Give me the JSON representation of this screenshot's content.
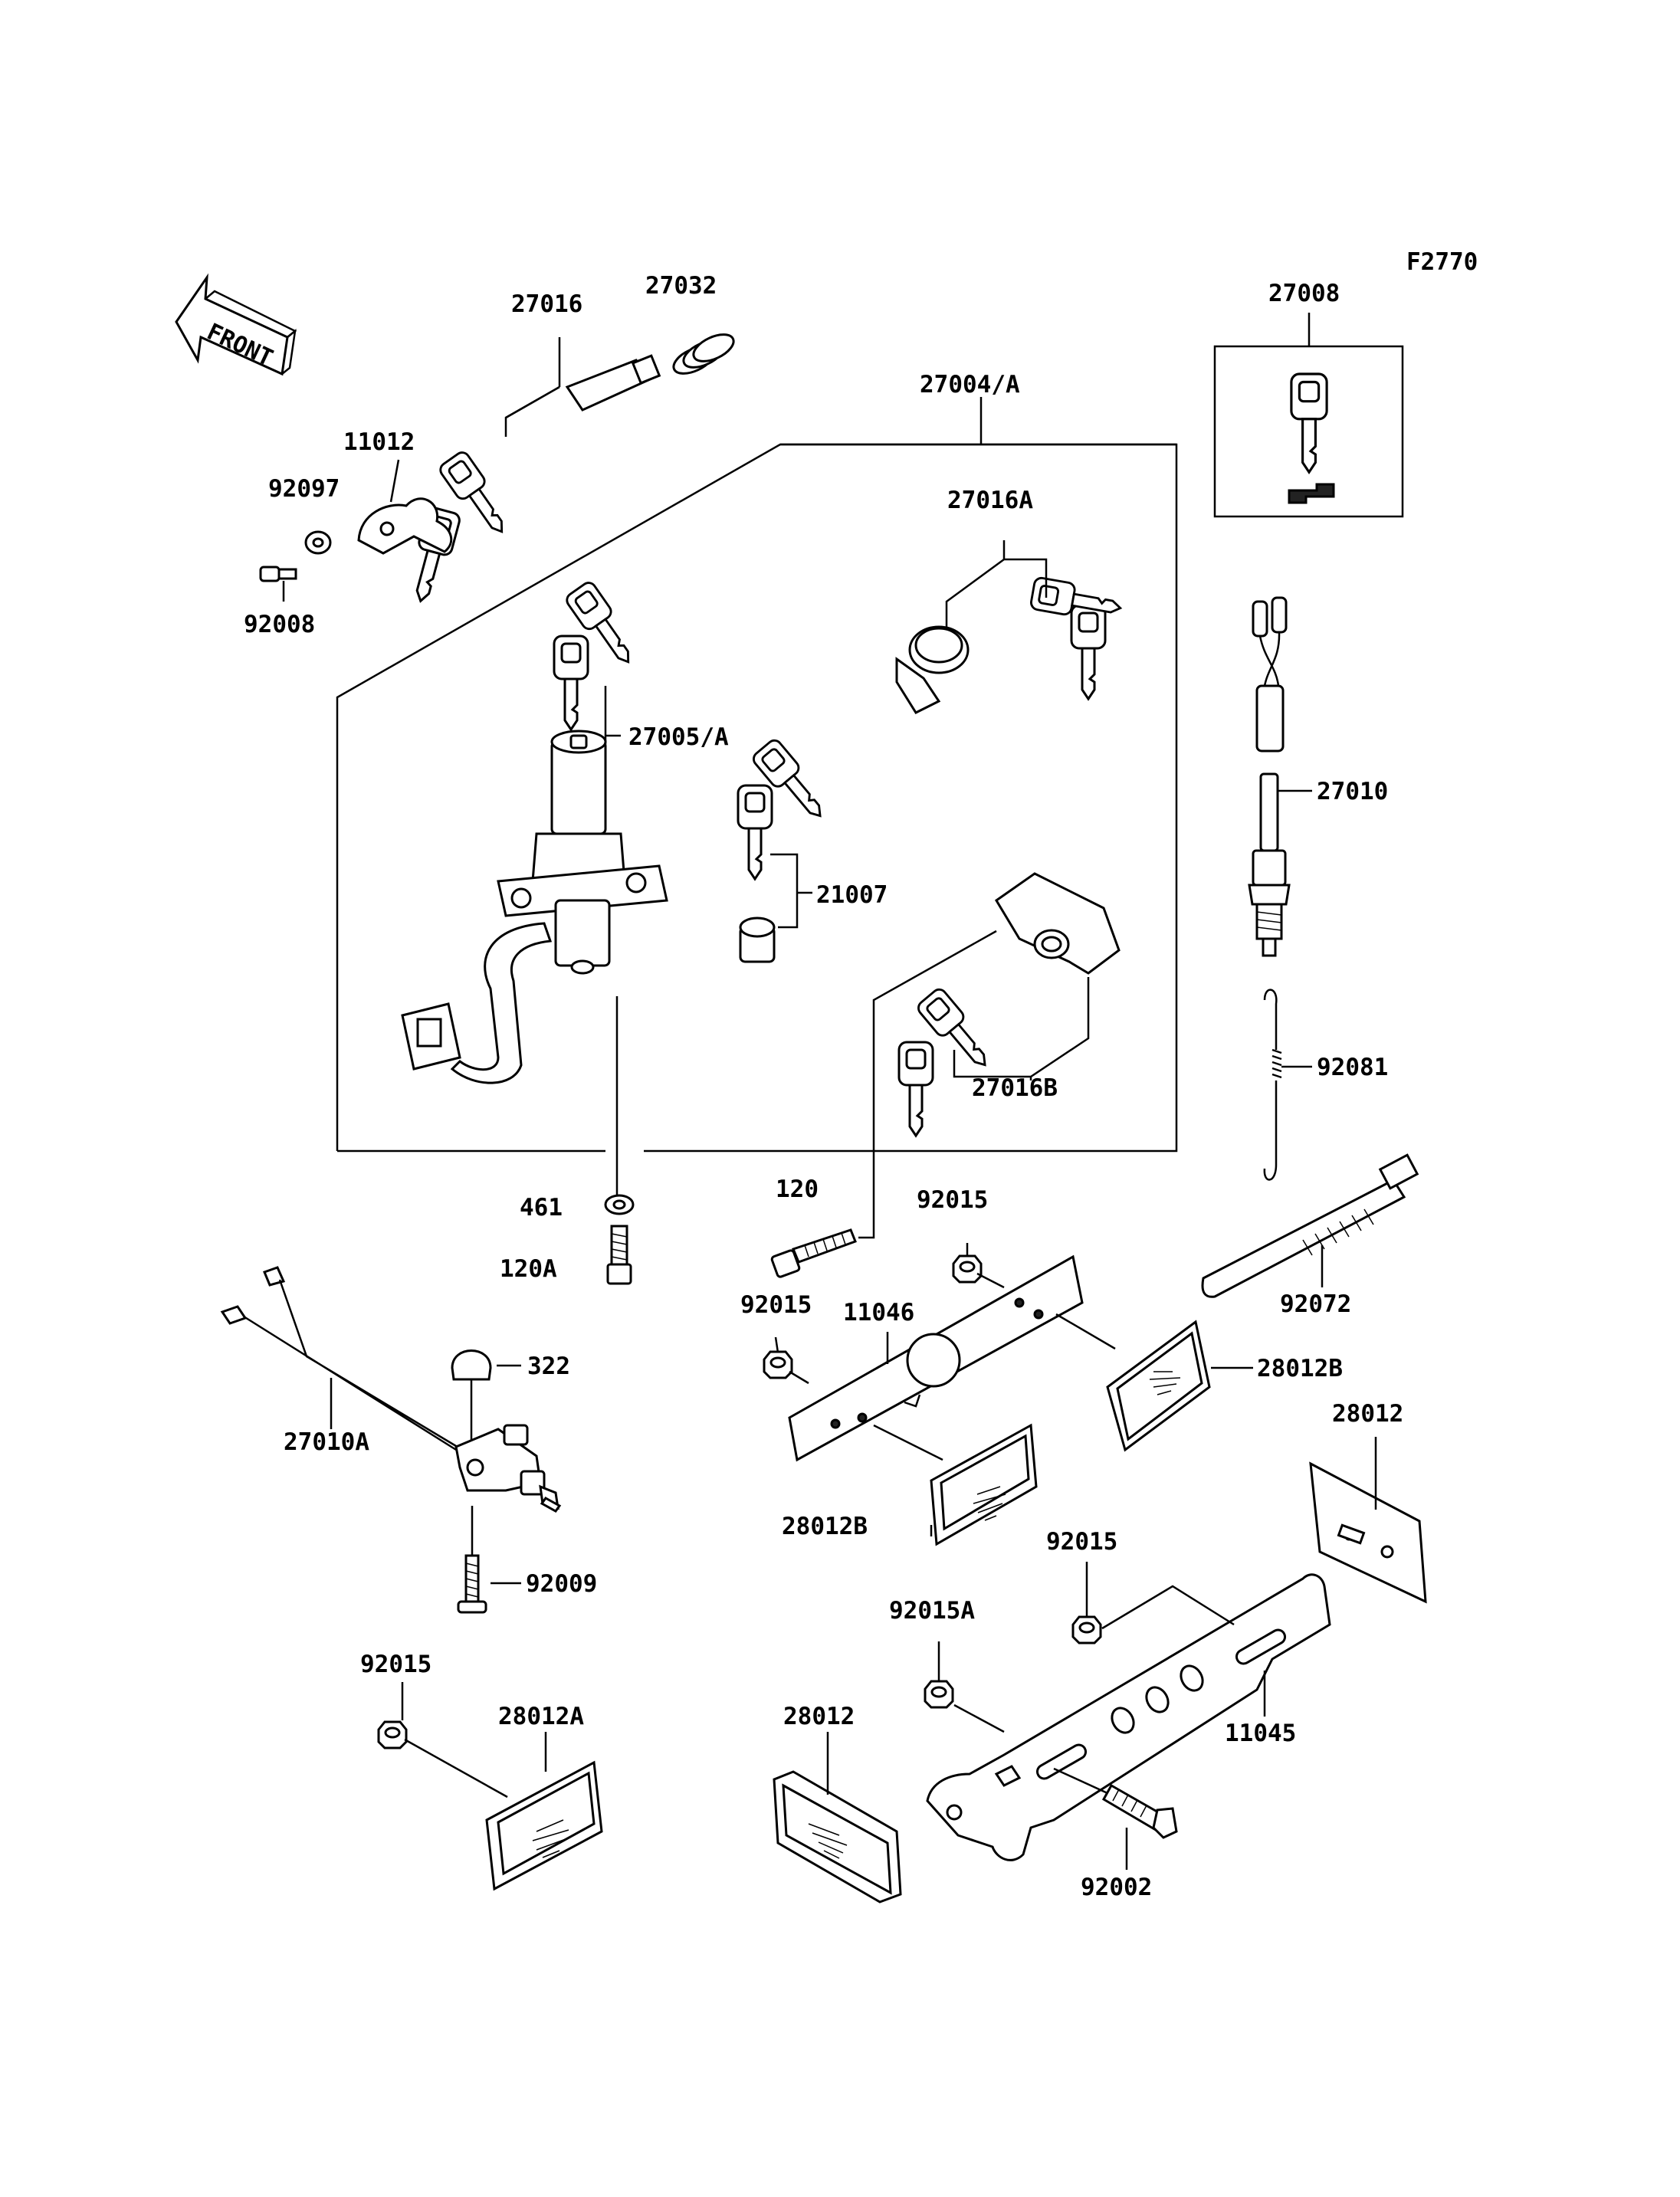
{
  "figure_code": "F2770",
  "front_label": "FRONT",
  "callouts": [
    {
      "id": "c-27016",
      "text": "27016"
    },
    {
      "id": "c-27032",
      "text": "27032"
    },
    {
      "id": "c-27008",
      "text": "27008"
    },
    {
      "id": "c-27004A",
      "text": "27004/A"
    },
    {
      "id": "c-11012",
      "text": "11012"
    },
    {
      "id": "c-92097",
      "text": "92097"
    },
    {
      "id": "c-92008",
      "text": "92008"
    },
    {
      "id": "c-27016A",
      "text": "27016A"
    },
    {
      "id": "c-27005A",
      "text": "27005/A"
    },
    {
      "id": "c-27010",
      "text": "27010"
    },
    {
      "id": "c-21007",
      "text": "21007"
    },
    {
      "id": "c-27016B",
      "text": "27016B"
    },
    {
      "id": "c-92081",
      "text": "92081"
    },
    {
      "id": "c-461",
      "text": "461"
    },
    {
      "id": "c-120",
      "text": "120"
    },
    {
      "id": "c-92015-a",
      "text": "92015"
    },
    {
      "id": "c-120A",
      "text": "120A"
    },
    {
      "id": "c-92072",
      "text": "92072"
    },
    {
      "id": "c-92015-b",
      "text": "92015"
    },
    {
      "id": "c-11046",
      "text": "11046"
    },
    {
      "id": "c-322",
      "text": "322"
    },
    {
      "id": "c-28012B-a",
      "text": "28012B"
    },
    {
      "id": "c-27010A",
      "text": "27010A"
    },
    {
      "id": "c-28012-a",
      "text": "28012"
    },
    {
      "id": "c-28012B-b",
      "text": "28012B"
    },
    {
      "id": "c-92015-c",
      "text": "92015"
    },
    {
      "id": "c-92009",
      "text": "92009"
    },
    {
      "id": "c-92015A",
      "text": "92015A"
    },
    {
      "id": "c-92015-d",
      "text": "92015"
    },
    {
      "id": "c-28012A",
      "text": "28012A"
    },
    {
      "id": "c-28012-b",
      "text": "28012"
    },
    {
      "id": "c-11045",
      "text": "11045"
    },
    {
      "id": "c-92002",
      "text": "92002"
    }
  ]
}
